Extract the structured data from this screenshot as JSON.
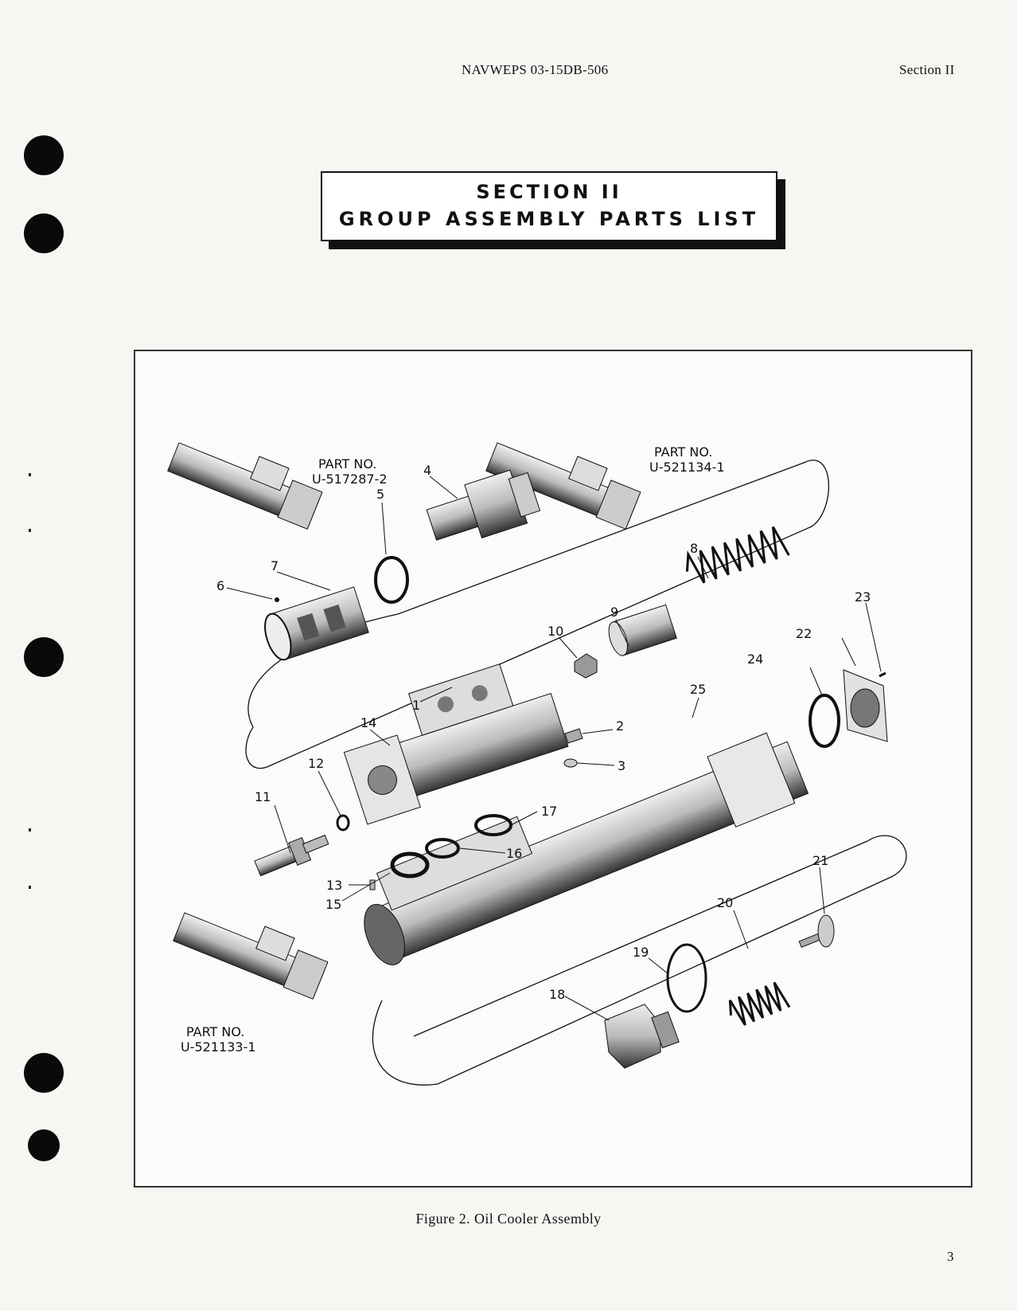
{
  "header": {
    "doc_number": "NAVWEPS 03-15DB-506",
    "section_label": "Section II"
  },
  "title_box": {
    "line1": "SECTION II",
    "line2": "GROUP ASSEMBLY PARTS LIST"
  },
  "figure": {
    "part_labels": [
      {
        "title": "PART NO.",
        "number": "U-517287-2"
      },
      {
        "title": "PART NO.",
        "number": "U-521134-1"
      },
      {
        "title": "PART NO.",
        "number": "U-521133-1"
      }
    ],
    "callouts": [
      "1",
      "2",
      "3",
      "4",
      "5",
      "6",
      "7",
      "8",
      "9",
      "10",
      "11",
      "12",
      "13",
      "14",
      "15",
      "16",
      "17",
      "18",
      "19",
      "20",
      "21",
      "22",
      "23",
      "24",
      "25"
    ],
    "caption": "Figure 2. Oil Cooler Assembly"
  },
  "footer": {
    "page_number": "3"
  }
}
